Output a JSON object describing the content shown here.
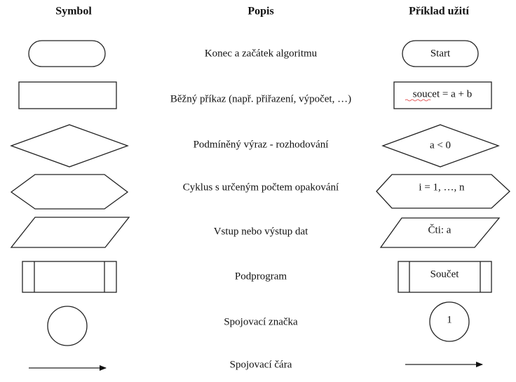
{
  "headers": {
    "symbol": "Symbol",
    "description": "Popis",
    "example": "Příklad užití"
  },
  "rows": [
    {
      "symbol": "terminal-shape",
      "description": "Konec a začátek algoritmu",
      "example": "Start"
    },
    {
      "symbol": "process-shape",
      "description": "Běžný příkaz (např. přiřazení, výpočet, …)",
      "example": "soucet = a + b"
    },
    {
      "symbol": "decision-shape",
      "description": "Podmíněný výraz - rozhodování",
      "example": "a < 0"
    },
    {
      "symbol": "loop-shape",
      "description": "Cyklus s určeným počtem opakování",
      "example": "i = 1, …, n"
    },
    {
      "symbol": "io-shape",
      "description": "Vstup nebo výstup dat",
      "example": "Čti: a"
    },
    {
      "symbol": "subprogram-shape",
      "description": "Podprogram",
      "example": "Součet"
    },
    {
      "symbol": "connector-shape",
      "description": "Spojovací značka",
      "example": "1"
    },
    {
      "symbol": "arrow-shape",
      "description": "Spojovací čára",
      "example": ""
    }
  ]
}
